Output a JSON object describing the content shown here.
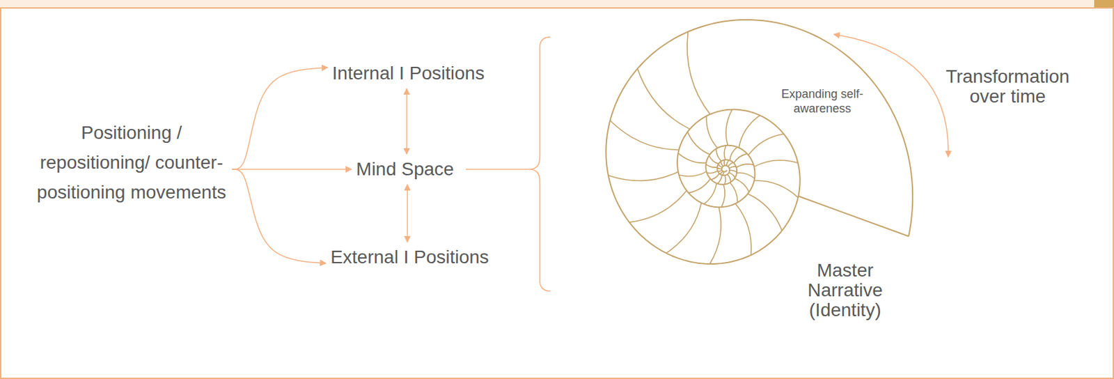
{
  "diagram": {
    "nodes": [
      {
        "text": [
          "Positioning / repositioning/ counter-positioning movements"
        ]
      },
      {
        "text": [
          "Internal I Positions"
        ]
      },
      {
        "text": [
          "Mind Space"
        ]
      },
      {
        "text": [
          "External I Positions"
        ]
      },
      {
        "text": [
          "Expanding self-awareness",
          "Master Narrative (Identity)"
        ]
      }
    ],
    "edges": [
      {
        "from": 0,
        "to": 1,
        "arrow": "to"
      },
      {
        "from": 0,
        "to": 2,
        "arrow": "to"
      },
      {
        "from": 0,
        "to": 3,
        "arrow": "to"
      },
      {
        "from": 1,
        "to": 2,
        "arrow": "both"
      },
      {
        "from": 2,
        "to": 3,
        "arrow": "both"
      }
    ],
    "labels": [
      "Transformation over time"
    ]
  }
}
